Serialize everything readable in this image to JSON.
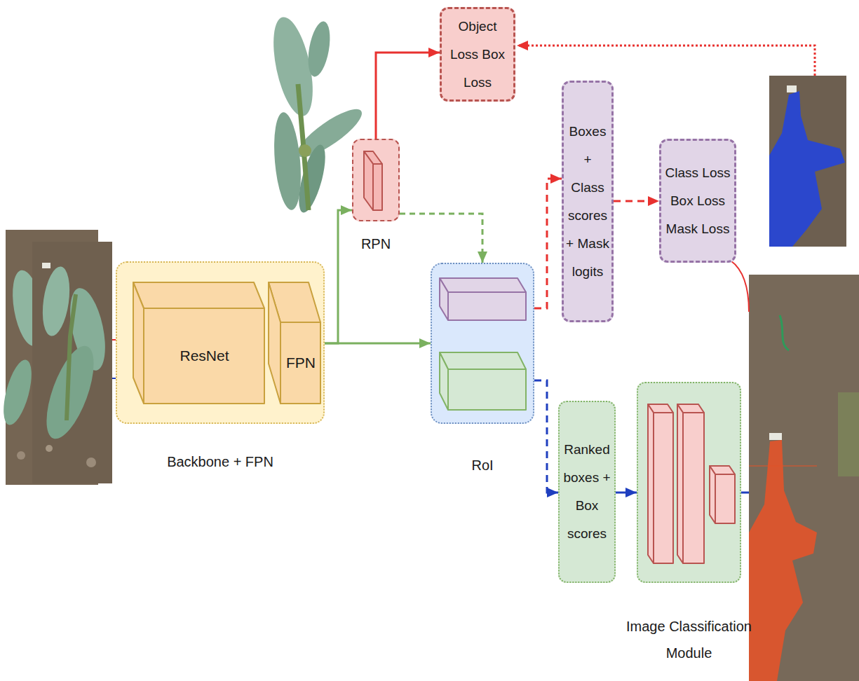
{
  "diagram": {
    "nodes": [
      {
        "text": [
          "Backbone + FPN"
        ]
      },
      {
        "text": [
          "ResNet"
        ],
        "in": 0
      },
      {
        "text": [
          "FPN"
        ],
        "in": 0
      },
      {
        "text": [
          "RPN"
        ]
      },
      {
        "text": [
          "RoI"
        ]
      },
      {
        "text": [
          "Object Loss Box Loss"
        ]
      },
      {
        "text": [
          "Boxes + Class scores + Mask logits"
        ]
      },
      {
        "text": [
          "Class Loss Box Loss Mask Loss"
        ]
      },
      {
        "text": [
          "Ranked boxes + Box scores"
        ]
      },
      {
        "text": [
          "Image Classification Module"
        ]
      }
    ],
    "edges": [
      {
        "from": 0,
        "to": 3,
        "arrow": "to"
      },
      {
        "from": 0,
        "to": 4,
        "arrow": "to"
      },
      {
        "from": 3,
        "to": 4,
        "arrow": "to"
      },
      {
        "from": 3,
        "to": 5,
        "arrow": "to"
      },
      {
        "from": 4,
        "to": 6,
        "arrow": "to"
      },
      {
        "from": 6,
        "to": 7,
        "arrow": "to"
      },
      {
        "from": 4,
        "to": 8,
        "arrow": "to"
      },
      {
        "from": 8,
        "to": 9,
        "arrow": "to"
      }
    ]
  }
}
